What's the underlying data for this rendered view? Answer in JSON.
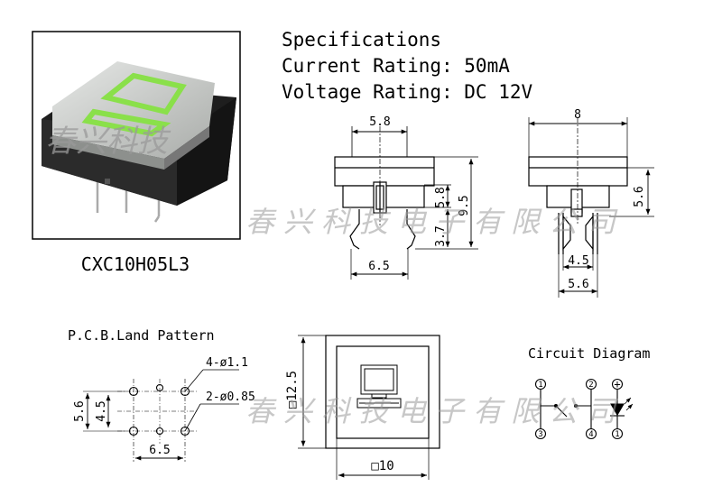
{
  "specs": {
    "heading": "Specifications",
    "current": "Current Rating: 50mA",
    "voltage": "Voltage Rating: DC 12V"
  },
  "product": {
    "model": "CXC10H05L3",
    "watermark_short": "春兴科技",
    "watermark_long": "春兴科技电子有限公司"
  },
  "side_view_a": {
    "top_width": "5.8",
    "total_height": "9.5",
    "stem_height": "5.8",
    "pin_height": "3.7",
    "pin_span": "6.5"
  },
  "side_view_b": {
    "top_width": "8",
    "height": "5.6",
    "inner_span": "4.5",
    "outer_span": "5.6"
  },
  "pcb": {
    "title": "P.C.B.Land Pattern",
    "holes_large": "4-ø1.1",
    "holes_small": "2-ø0.85",
    "height_outer": "5.6",
    "height_inner": "4.5",
    "width": "6.5"
  },
  "top_view": {
    "height": "□12.5",
    "width": "□10"
  },
  "circuit": {
    "title": "Circuit Diagram",
    "pin1": "1",
    "pin2": "2",
    "pin3": "3",
    "pin4": "4",
    "led_plus": "+",
    "led_minus": "1"
  },
  "colors": {
    "line": "#000000",
    "icon_green": "#8ae04a",
    "cap": "#c9ccc9",
    "body": "#1e1e1e",
    "watermark": "#9a9a9a"
  }
}
